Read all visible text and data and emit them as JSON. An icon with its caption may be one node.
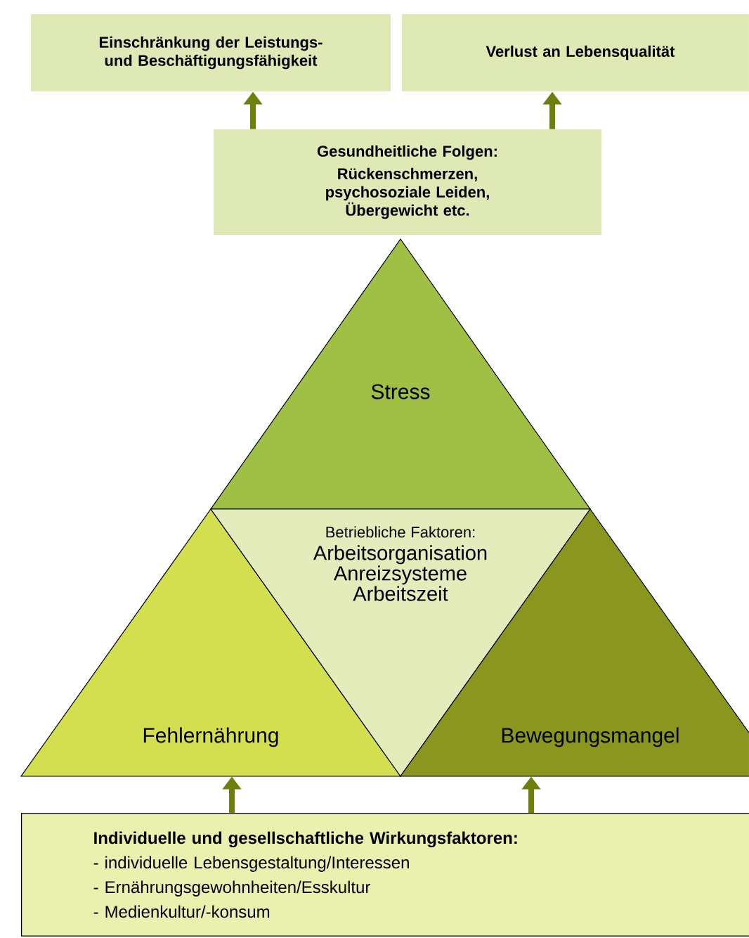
{
  "diagram": {
    "nodes": [
      {
        "text": [
          "Einschränkung der Leistungs- und Beschäftigungsfähigkeit"
        ]
      },
      {
        "text": [
          "Verlust an Lebensqualität"
        ]
      },
      {
        "text": [
          "Gesundheitliche Folgen:",
          "Rückenschmerzen, psychosoziale Leiden, Übergewicht etc."
        ]
      },
      {
        "text": [
          "Stress"
        ]
      },
      {
        "text": [
          "Fehlernährung"
        ]
      },
      {
        "text": [
          "Betriebliche Faktoren:",
          "Arbeitsorganisation Anreizsysteme Arbeitszeit"
        ]
      },
      {
        "text": [
          "Bewegungsmangel"
        ]
      },
      {
        "text": [
          "Individuelle und gesellschaftliche Wirkungsfaktoren:",
          "- individuelle Lebensgestaltung/Interessen",
          "- Ernährungsgewohnheiten/Esskultur",
          "- Medienkultur/-konsum"
        ]
      }
    ],
    "edges": [
      {
        "from": 2,
        "to": 0,
        "arrow": "to"
      },
      {
        "from": 2,
        "to": 1,
        "arrow": "to"
      },
      {
        "from": 7,
        "to": 4,
        "arrow": "to"
      },
      {
        "from": 7,
        "to": 6,
        "arrow": "to"
      }
    ]
  }
}
